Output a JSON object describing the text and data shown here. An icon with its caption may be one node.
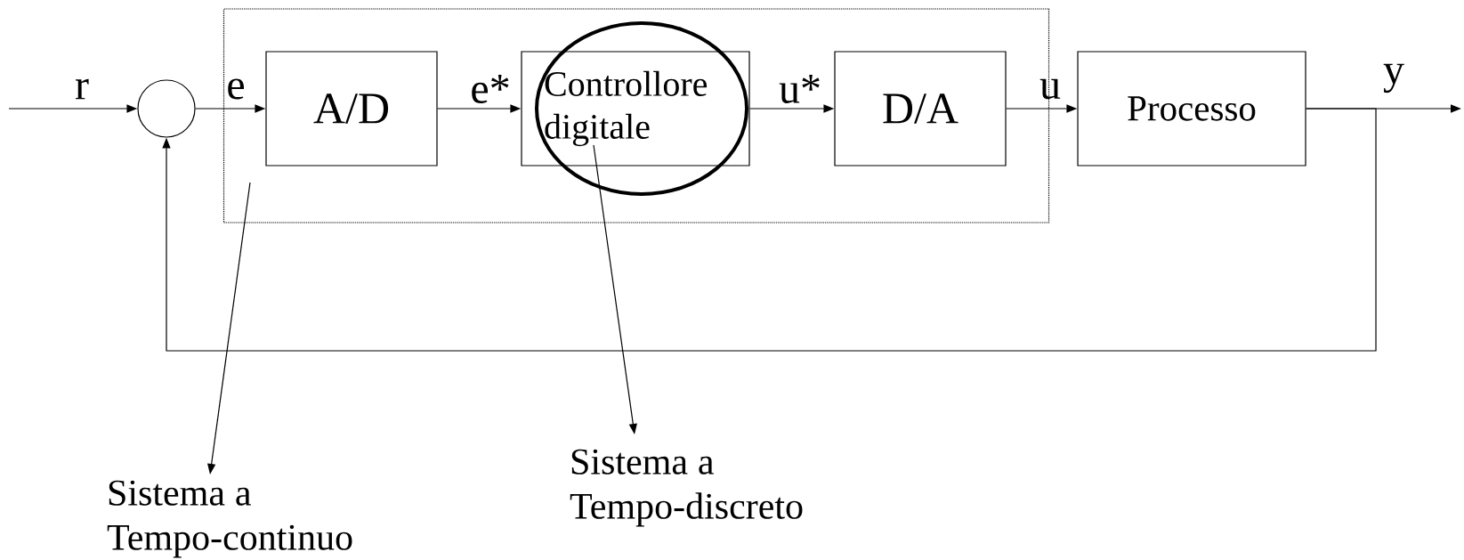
{
  "diagram": {
    "nodes": [
      {
        "text": [],
        "shape": "circle"
      },
      {
        "text": [],
        "shape": "box"
      },
      {
        "text": [
          "A/D"
        ],
        "in": 1
      },
      {
        "text": [
          "Controllore digitale"
        ],
        "in": 1
      },
      {
        "text": [
          "D/A"
        ],
        "in": 1
      },
      {
        "text": [
          "Processo"
        ]
      },
      {
        "text": [],
        "shape": "ellipse",
        "in": 1
      },
      {
        "text": [
          "Sistema a Tempo-continuo"
        ]
      },
      {
        "text": [
          "Sistema a Tempo-discreto"
        ]
      }
    ],
    "edges": [
      {
        "from": null,
        "to": 0,
        "arrow": "to",
        "label": "r"
      },
      {
        "from": 0,
        "to": 2,
        "arrow": "to",
        "label": "e"
      },
      {
        "from": 2,
        "to": 3,
        "arrow": "to",
        "label": "e*"
      },
      {
        "from": 3,
        "to": 4,
        "arrow": "to",
        "label": "u*"
      },
      {
        "from": 4,
        "to": 5,
        "arrow": "to",
        "label": "u"
      },
      {
        "from": 5,
        "to": null,
        "arrow": "to",
        "label": "y"
      },
      {
        "from": 5,
        "to": 0,
        "arrow": "to"
      },
      {
        "from": 1,
        "to": 7,
        "arrow": "to"
      },
      {
        "from": 6,
        "to": 8,
        "arrow": "to"
      }
    ]
  }
}
